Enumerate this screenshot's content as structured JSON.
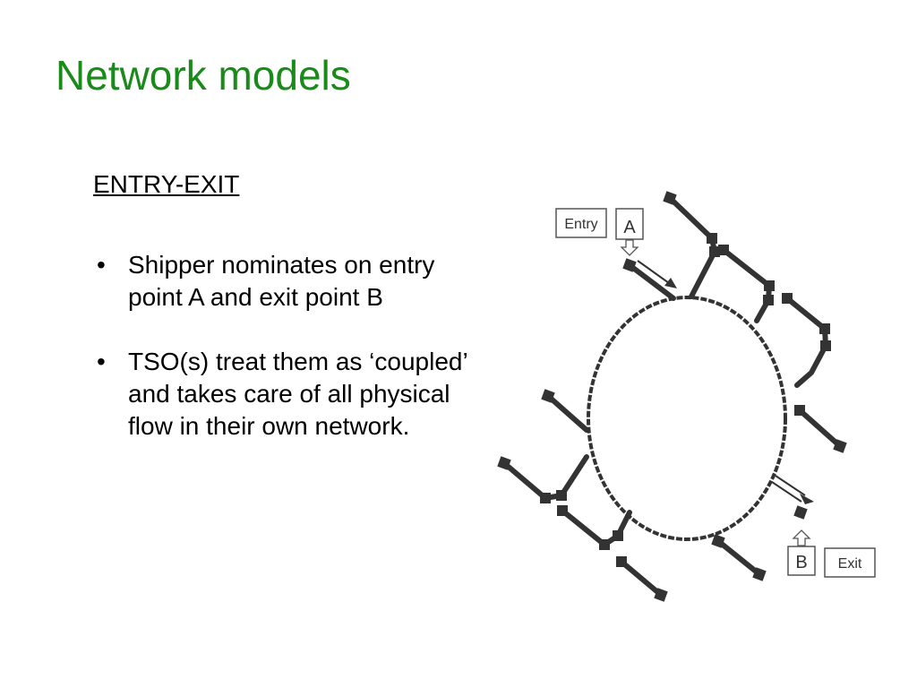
{
  "slide": {
    "title": "Network models",
    "subheading": "ENTRY-EXIT",
    "bullet_symbol": "•",
    "bullets": [
      {
        "text": "Shipper nominates on entry point A and exit point B"
      },
      {
        "text": "TSO(s) treat them as ‘coupled’ and takes care of all physical flow in their own network."
      }
    ]
  },
  "diagram": {
    "entry_label": "Entry",
    "point_a": "A",
    "point_b": "B",
    "exit_label": "Exit"
  },
  "colors": {
    "title": "#1a8a1a",
    "text": "#000000",
    "diagram_ink": "#333333"
  }
}
